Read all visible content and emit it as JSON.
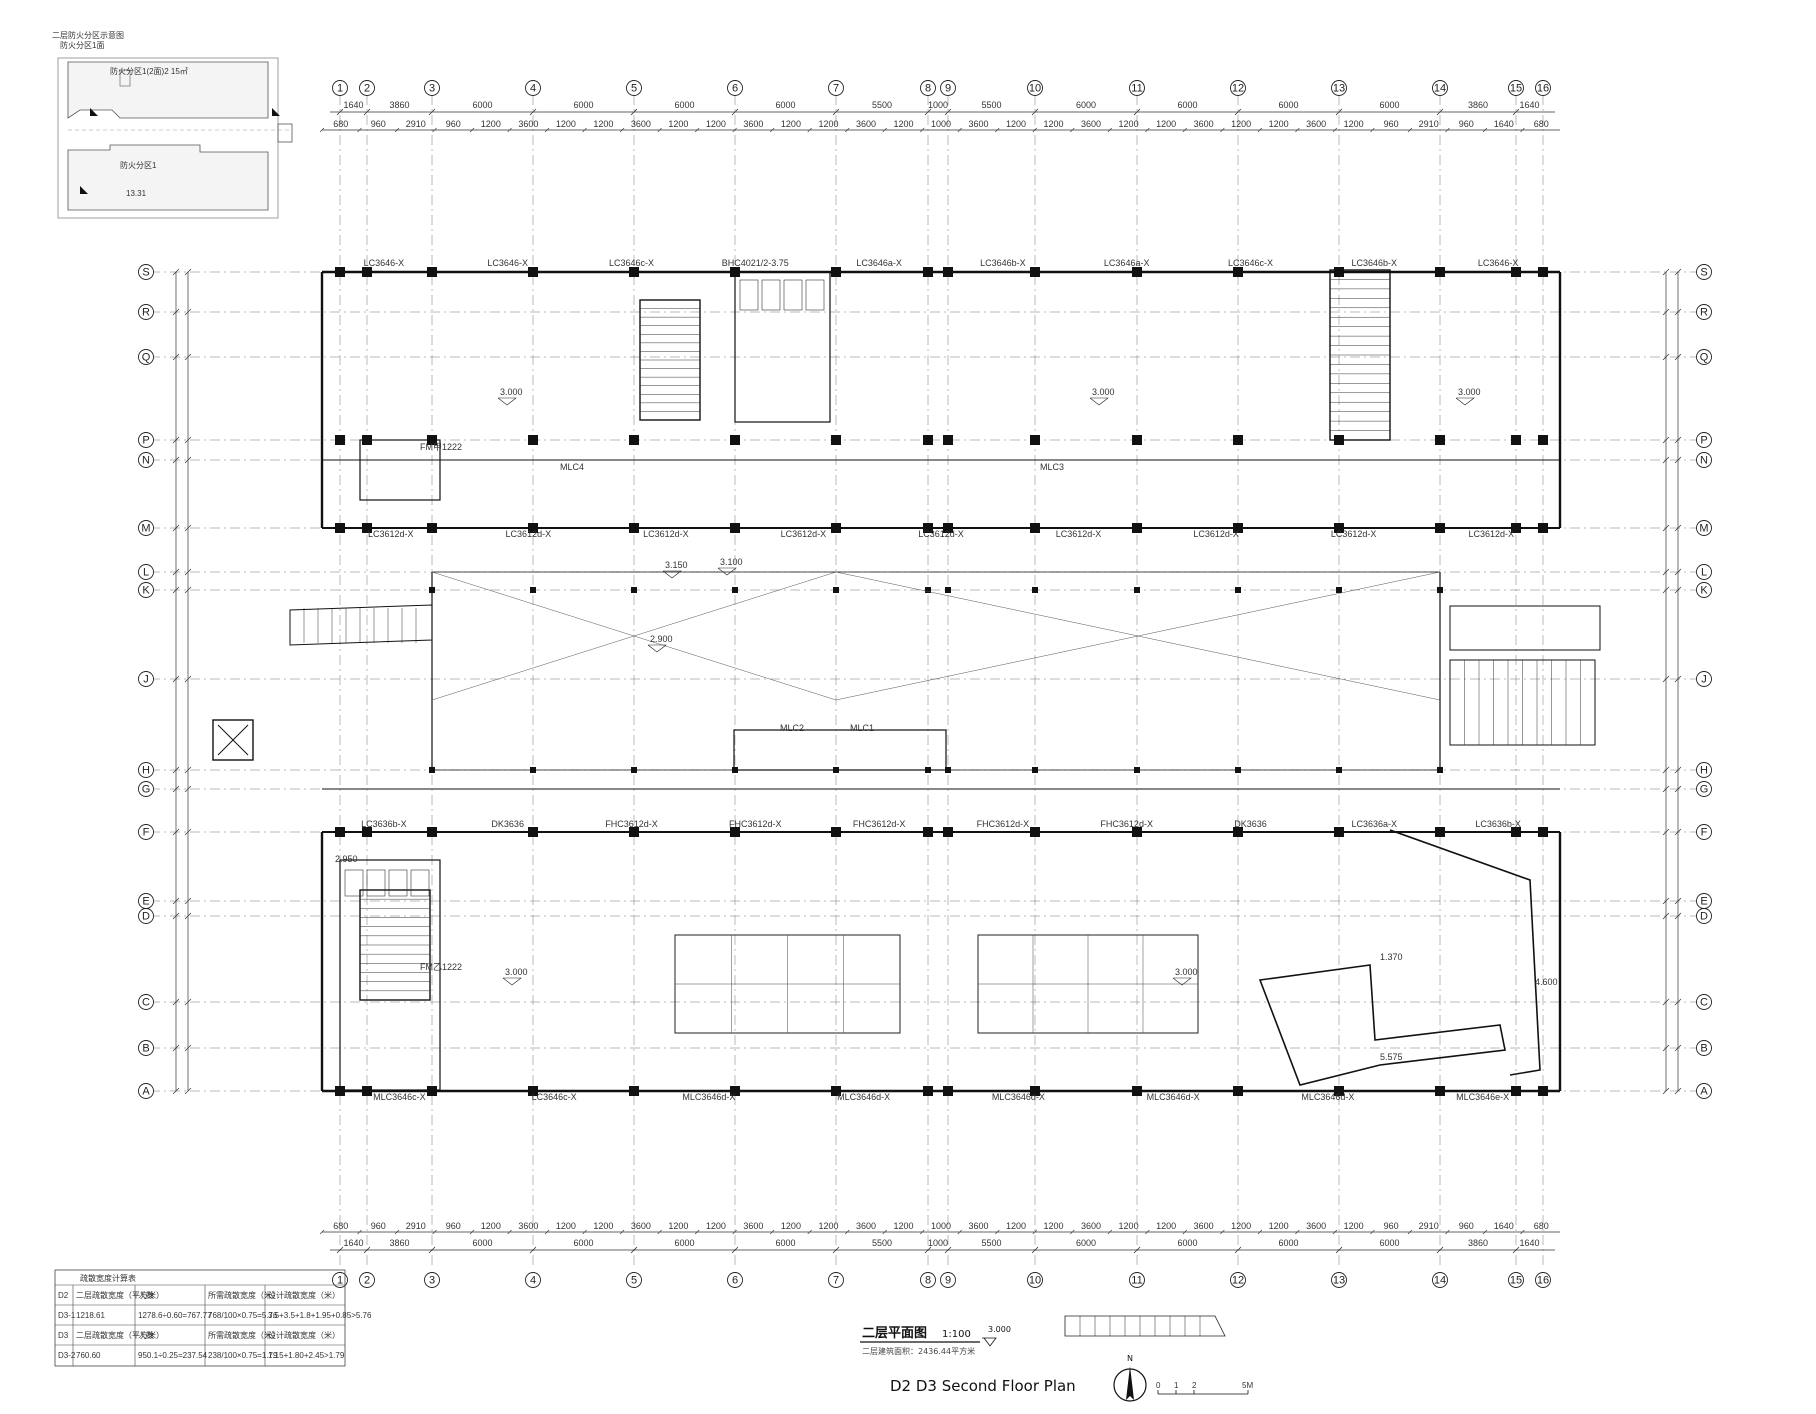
{
  "title": {
    "main": "二层平面图",
    "scale": "1:100",
    "level": "3.000",
    "english": "D2 D3   Second Floor Plan"
  },
  "grid": {
    "columns": [
      "1",
      "2",
      "3",
      "4",
      "5",
      "6",
      "7",
      "8",
      "9",
      "10",
      "11",
      "12",
      "13",
      "14",
      "15",
      "16"
    ],
    "rows": [
      "S",
      "R",
      "Q",
      "P",
      "N",
      "M",
      "L",
      "K",
      "J",
      "H",
      "G",
      "F",
      "E",
      "D",
      "C",
      "B",
      "A"
    ],
    "top_overall": [
      "1640",
      "3860",
      "6000",
      "6000",
      "6000",
      "6000",
      "5500",
      "1000",
      "5500",
      "6000",
      "6000",
      "6000",
      "6000",
      "3860",
      "1640"
    ],
    "top_detail": [
      "680",
      "960",
      "2910",
      "960",
      "1200",
      "3600",
      "1200",
      "1200",
      "3600",
      "1200",
      "1200",
      "3600",
      "1200",
      "1200",
      "3600",
      "1200",
      "1000",
      "3600",
      "1200",
      "1200",
      "3600",
      "1200",
      "1200",
      "3600",
      "1200",
      "1200",
      "3600",
      "1200",
      "960",
      "2910",
      "960",
      "1640",
      "680"
    ]
  },
  "labels": {
    "windows_top": [
      "LC3646-X",
      "LC3646-X",
      "LC3646c-X",
      "BHC4021/2-3.75",
      "LC3646a-X",
      "LC3646b-X",
      "LC3646a-X",
      "LC3646c-X",
      "LC3646b-X",
      "LC3646-X"
    ],
    "windows_mid": [
      "LC3612d-X",
      "LC3612d-X",
      "LC3612d-X",
      "LC3612d-X",
      "LC3612d-X",
      "LC3612d-X",
      "LC3612d-X",
      "LC3612d-X",
      "LC3612d-X"
    ],
    "windows_low": [
      "LC3636b-X",
      "DK3636",
      "FHC3612d-X",
      "FHC3612d-X",
      "FHC3612d-X",
      "FHC3612d-X",
      "FHC3612d-X",
      "DK3636",
      "LC3636a-X",
      "LC3636b-X"
    ],
    "windows_bottom": [
      "MLC3646c-X",
      "LC3646c-X",
      "MLC3646d-X",
      "MLC3646d-X",
      "MLC3646d-X",
      "MLC3646d-X",
      "MLC3646d-X",
      "MLC3646e-X"
    ],
    "levels": [
      "3.000",
      "3.000",
      "3.000",
      "2.900",
      "3.150",
      "3.100",
      "3.000",
      "3.000"
    ],
    "misc": [
      "MLC1",
      "MLC3",
      "MLC2",
      "MLC4",
      "FM甲1222",
      "FM乙1222",
      "5.575",
      "1.370",
      "2.950",
      "4.600"
    ]
  },
  "schedule": {
    "header": "疏散宽度计算表",
    "rows": [
      [
        "D2",
        "二层疏散宽度（平方米）",
        "人数",
        "所需疏散宽度（米）",
        "设计疏散宽度（米）"
      ],
      [
        "D3-1",
        "1218.61",
        "1278.6÷0.60=767.77",
        "768/100×0.75=5.76",
        "3.5+3.5+1.8+1.95+0.85>5.76"
      ],
      [
        "D3",
        "二层疏散宽度（平方米）",
        "人数",
        "所需疏散宽度（米）",
        "设计疏散宽度（米）"
      ],
      [
        "D3-2",
        "760.60",
        "950.1÷0.25=237.54",
        "238/100×0.75=1.79",
        "1.15+1.80+2.45>1.79"
      ]
    ]
  },
  "keyplan": {
    "title": "二层防火分区示意图",
    "subtitle": "防火分区1面",
    "zone1": "防火分区1(2面)2 15㎡",
    "zone2": "防火分区1",
    "area": "13.31"
  },
  "floor_note": "二层建筑面积：2436.44平方米",
  "scale_bar": [
    "0",
    "1",
    "2",
    "5M"
  ],
  "north": "N"
}
